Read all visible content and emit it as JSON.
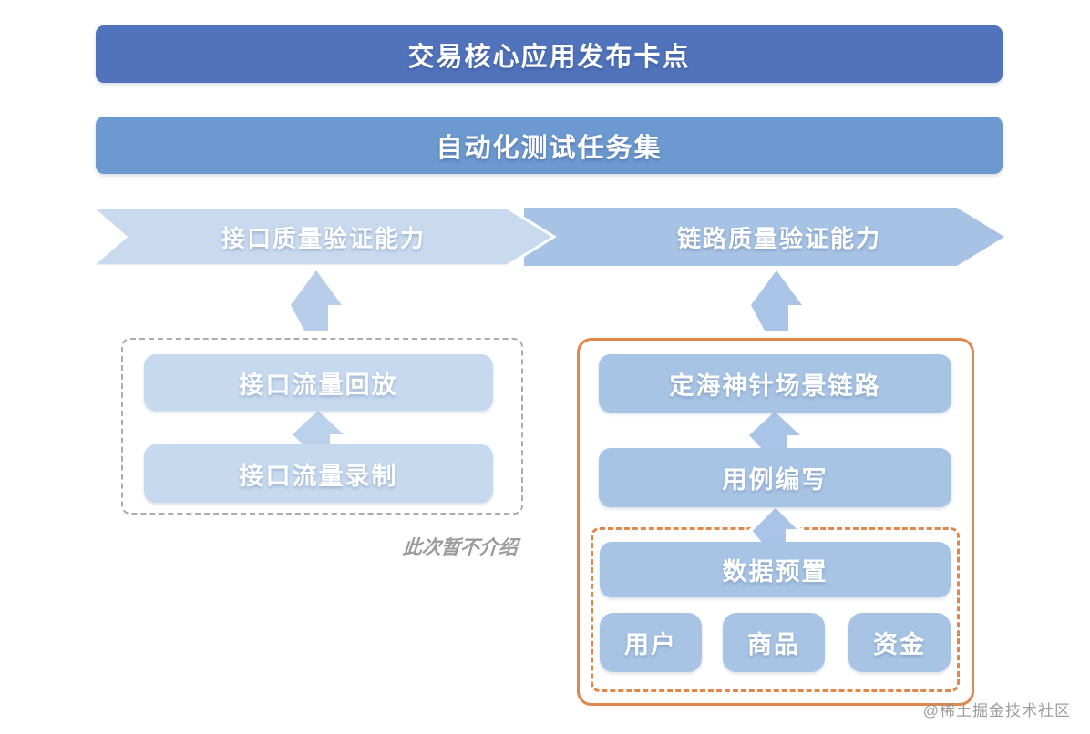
{
  "title_bar": {
    "label": "交易核心应用发布卡点"
  },
  "taskset_bar": {
    "label": "自动化测试任务集"
  },
  "banners": [
    {
      "id": "interface-quality",
      "label": "接口质量验证能力"
    },
    {
      "id": "link-quality",
      "label": "链路质量验证能力"
    }
  ],
  "interface_panel": {
    "boxes": [
      {
        "label": "接口流量回放"
      },
      {
        "label": "接口流量录制"
      }
    ],
    "note": "此次暂不介绍"
  },
  "link_panel": {
    "boxes": [
      {
        "label": "定海神针场景链路"
      },
      {
        "label": "用例编写"
      }
    ],
    "data_prep": {
      "label": "数据预置",
      "children": [
        {
          "label": "用户"
        },
        {
          "label": "商品"
        },
        {
          "label": "资金"
        }
      ]
    }
  },
  "watermark": "@稀土掘金技术社区",
  "colors": {
    "title_bar": "#5173BC",
    "taskset_bar": "#6C99CF",
    "banner_interface": "#C9DAEF",
    "banner_link": "#A6C2E4",
    "box_light": "#C6D9EF",
    "box_medium": "#A8C4E4",
    "arrow_light": "#B7CDE9",
    "arrow_medium": "#A9C4E6",
    "orange_border": "#E0874D",
    "gray_dash_border": "#ACACAC",
    "note_text": "#9B9B9B"
  },
  "icons": {
    "up_arrow": "block-up-arrow"
  }
}
